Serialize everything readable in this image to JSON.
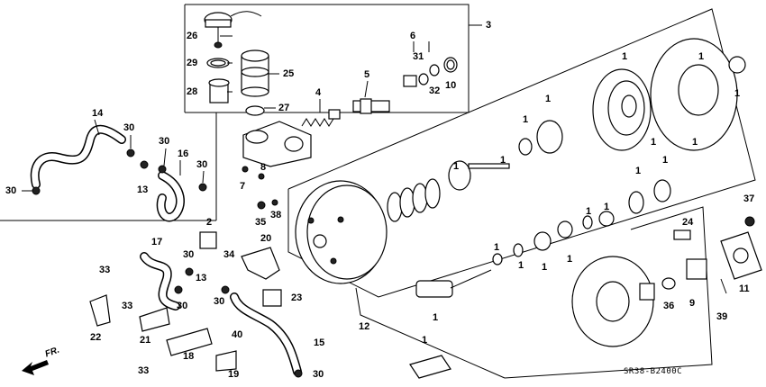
{
  "diagram_code": "SR38-B2400C",
  "direction_label": "FR.",
  "labels": [
    "1",
    "2",
    "3",
    "4",
    "5",
    "6",
    "7",
    "8",
    "9",
    "10",
    "11",
    "12",
    "13",
    "14",
    "15",
    "16",
    "17",
    "18",
    "19",
    "20",
    "21",
    "22",
    "23",
    "24",
    "25",
    "26",
    "27",
    "28",
    "29",
    "30",
    "31",
    "32",
    "33",
    "34",
    "35",
    "36",
    "37",
    "38",
    "39",
    "40"
  ]
}
